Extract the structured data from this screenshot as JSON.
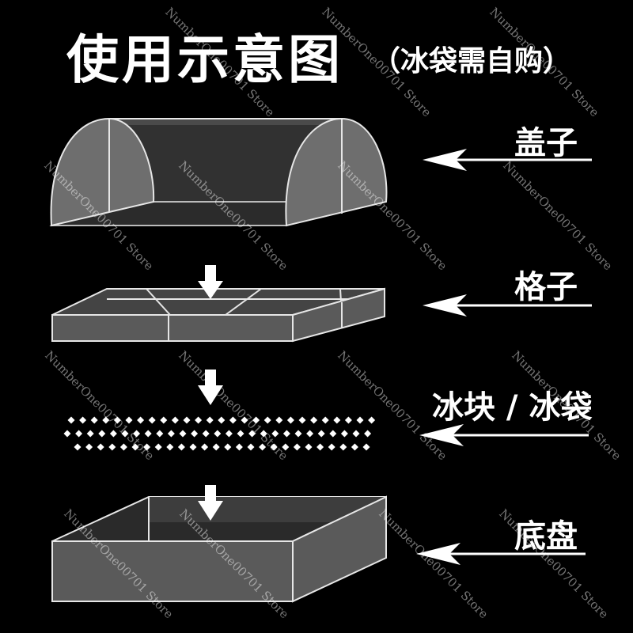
{
  "title": "使用示意图",
  "subtitle": "（冰袋需自购）",
  "labels": {
    "lid": "盖子",
    "grid": "格子",
    "ice": "冰块 / 冰袋",
    "tray": "底盘"
  },
  "watermark": "NumberOne00701 Store",
  "colors": {
    "background": "#000000",
    "text": "#ffffff",
    "box_fill": "#5a5a5a",
    "box_edge": "#e6e6e6"
  }
}
